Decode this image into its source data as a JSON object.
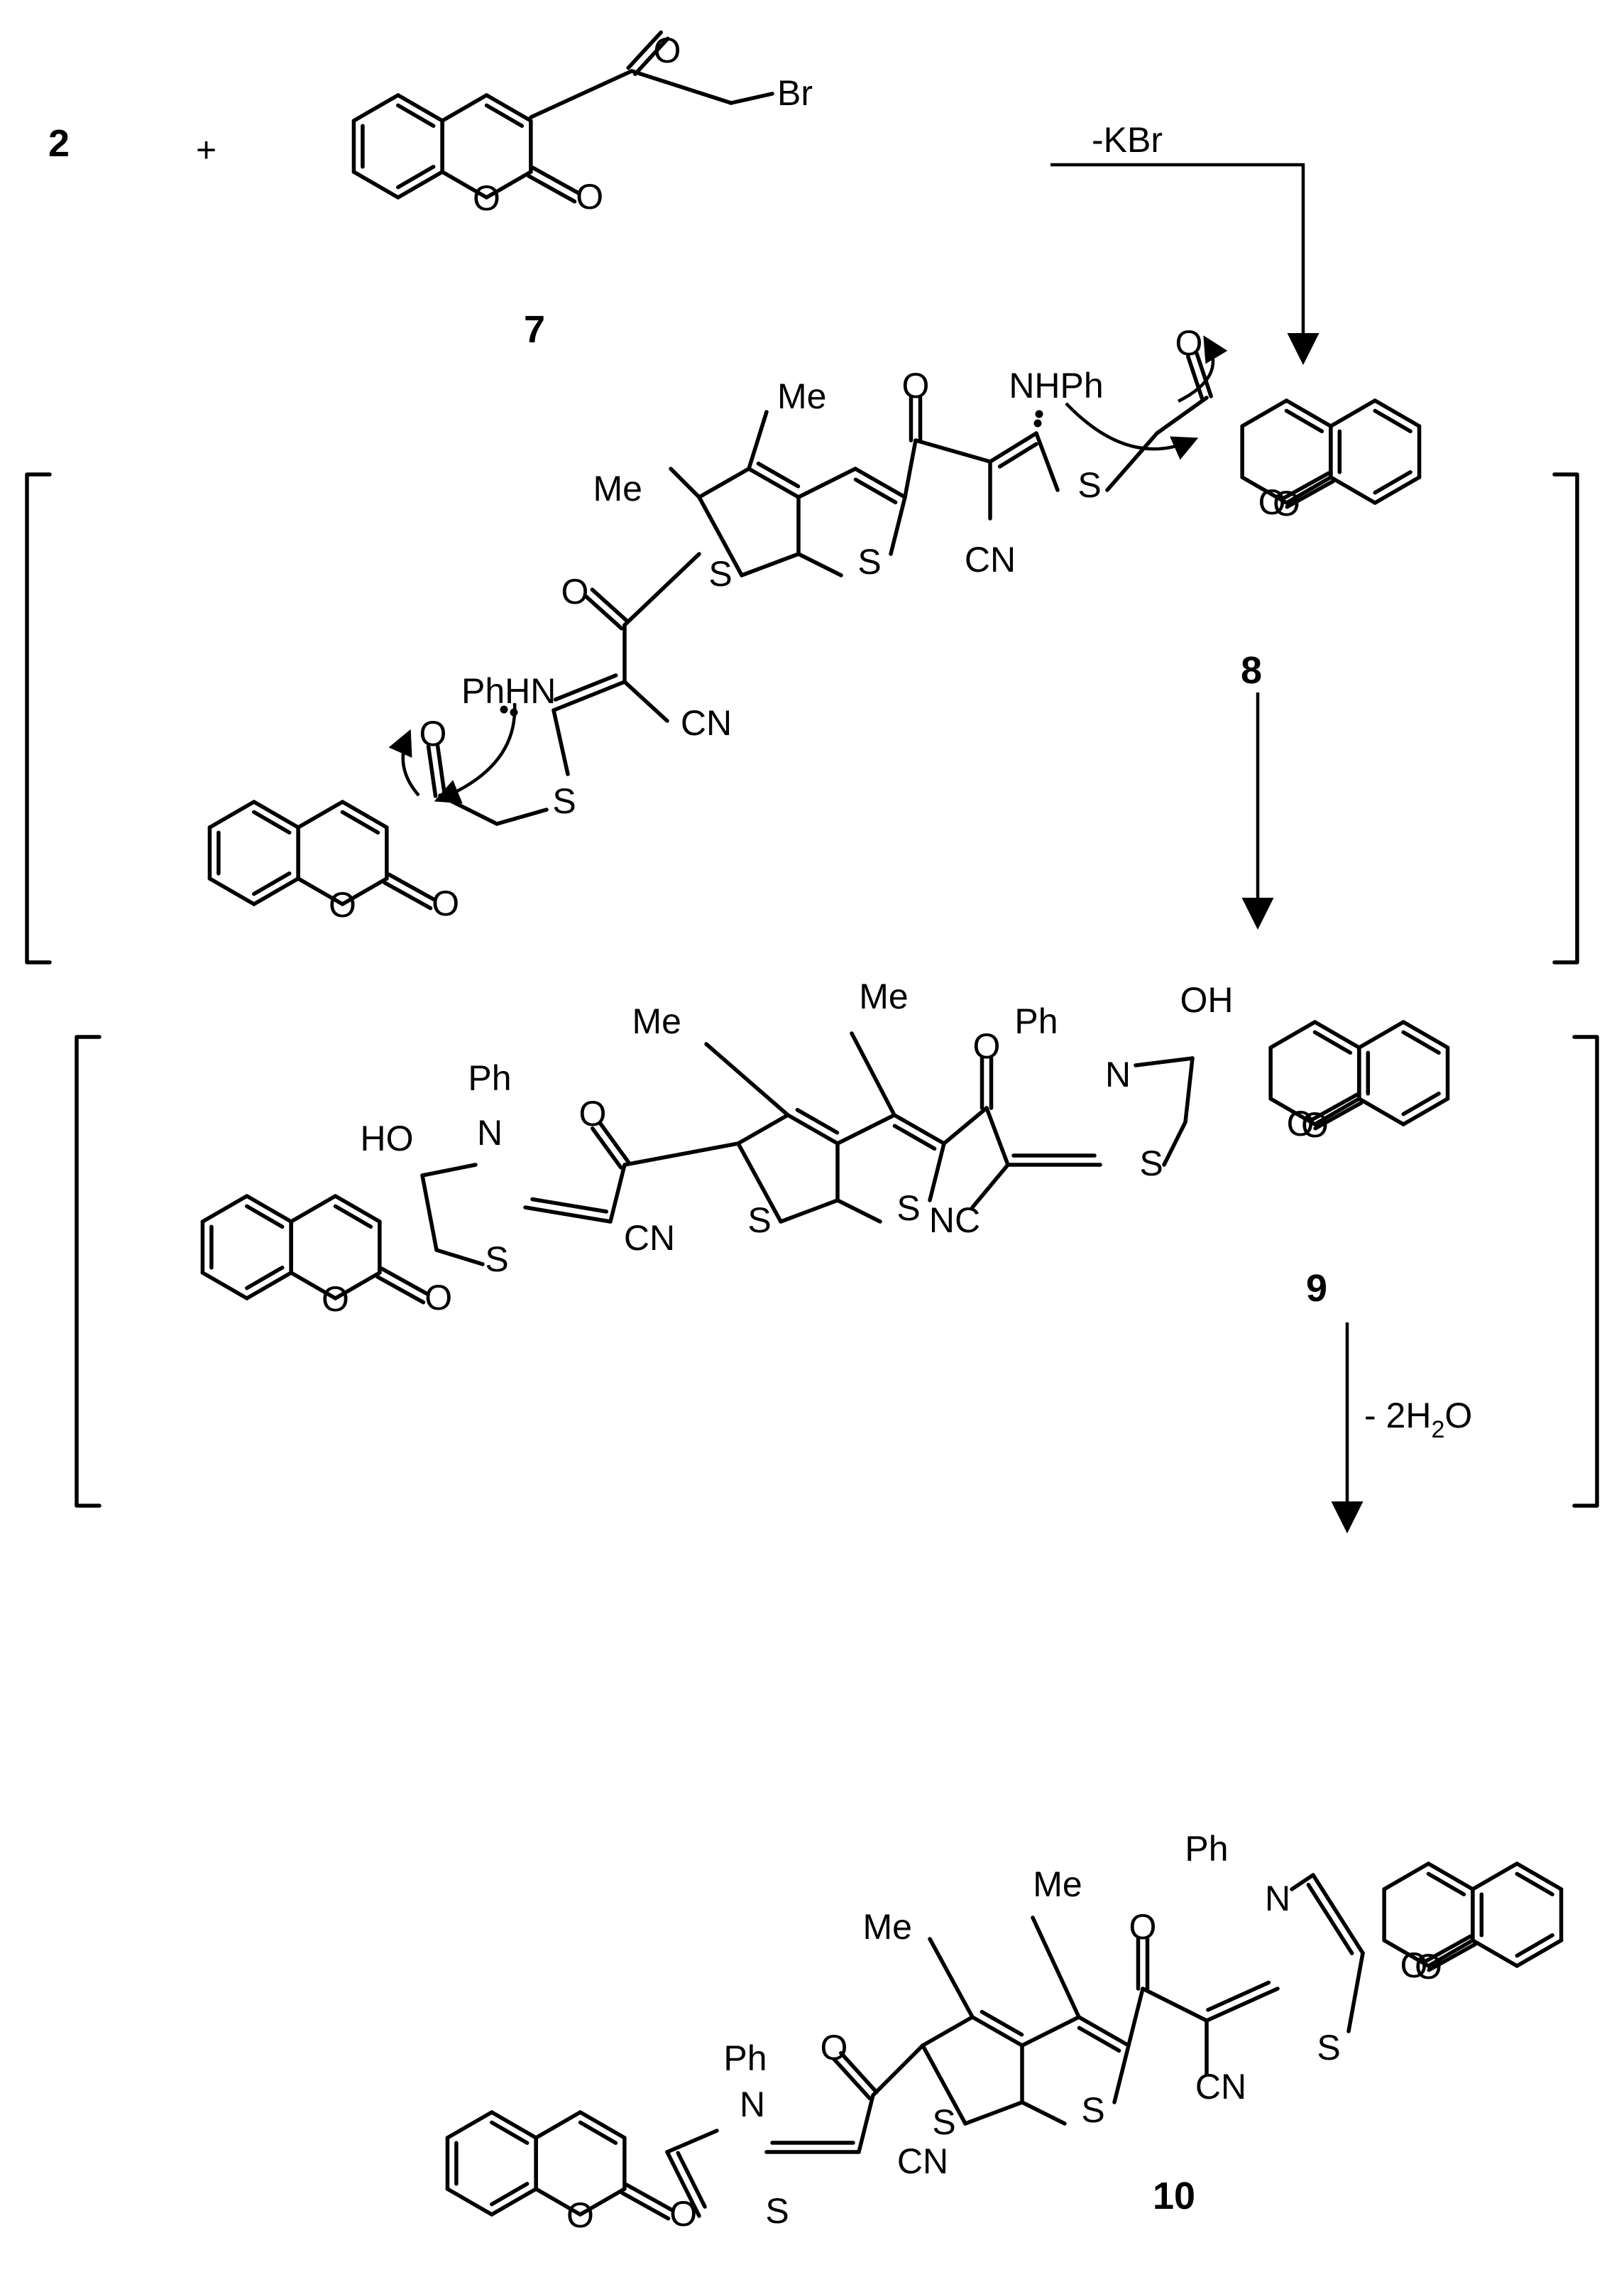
{
  "reactant_label": "2",
  "plus": "+",
  "compound_labels": {
    "c7": "7",
    "c8": "8",
    "c9": "9",
    "c10": "10"
  },
  "step1_condition": "-KBr",
  "step3_condition": "- 2H",
  "step3_subscript": "2",
  "step3_suffix": "O",
  "atoms": {
    "O": "O",
    "S": "S",
    "N": "N",
    "Br": "Br",
    "Me": "Me",
    "CN": "CN",
    "NC": "NC",
    "NHPh": "NHPh",
    "PhHN": "PhHN",
    "Ph": "Ph",
    "OH": "OH",
    "HO": "HO"
  }
}
